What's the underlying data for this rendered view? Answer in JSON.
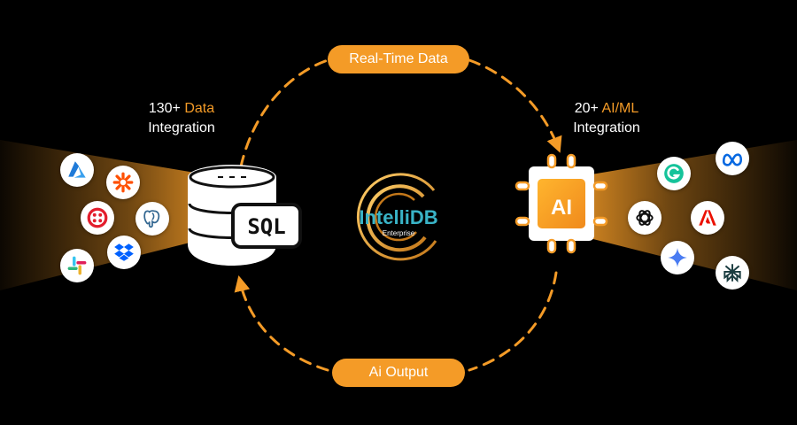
{
  "flows": {
    "top_label": "Real-Time Data",
    "bottom_label": "Ai Output"
  },
  "left_caption": {
    "count": "130+",
    "highlight": "Data",
    "line2": "Integration"
  },
  "right_caption": {
    "count": "20+",
    "highlight": "AI/ML",
    "line2": "Integration"
  },
  "database": {
    "label": "SQL"
  },
  "chip": {
    "label": "AI"
  },
  "center_logo": {
    "name": "IntelliDB",
    "subtitle": "Enterprise"
  },
  "left_icons": [
    "azure-icon",
    "zapier-icon",
    "twilio-icon",
    "postgresql-icon",
    "dropbox-icon",
    "slack-icon"
  ],
  "right_icons": [
    "grammarly-icon",
    "meta-icon",
    "openai-icon",
    "adobe-icon",
    "gemini-icon",
    "perplexity-icon"
  ],
  "colors": {
    "accent": "#f49b27",
    "background": "#000000",
    "logo_teal": "#39b3c6"
  }
}
